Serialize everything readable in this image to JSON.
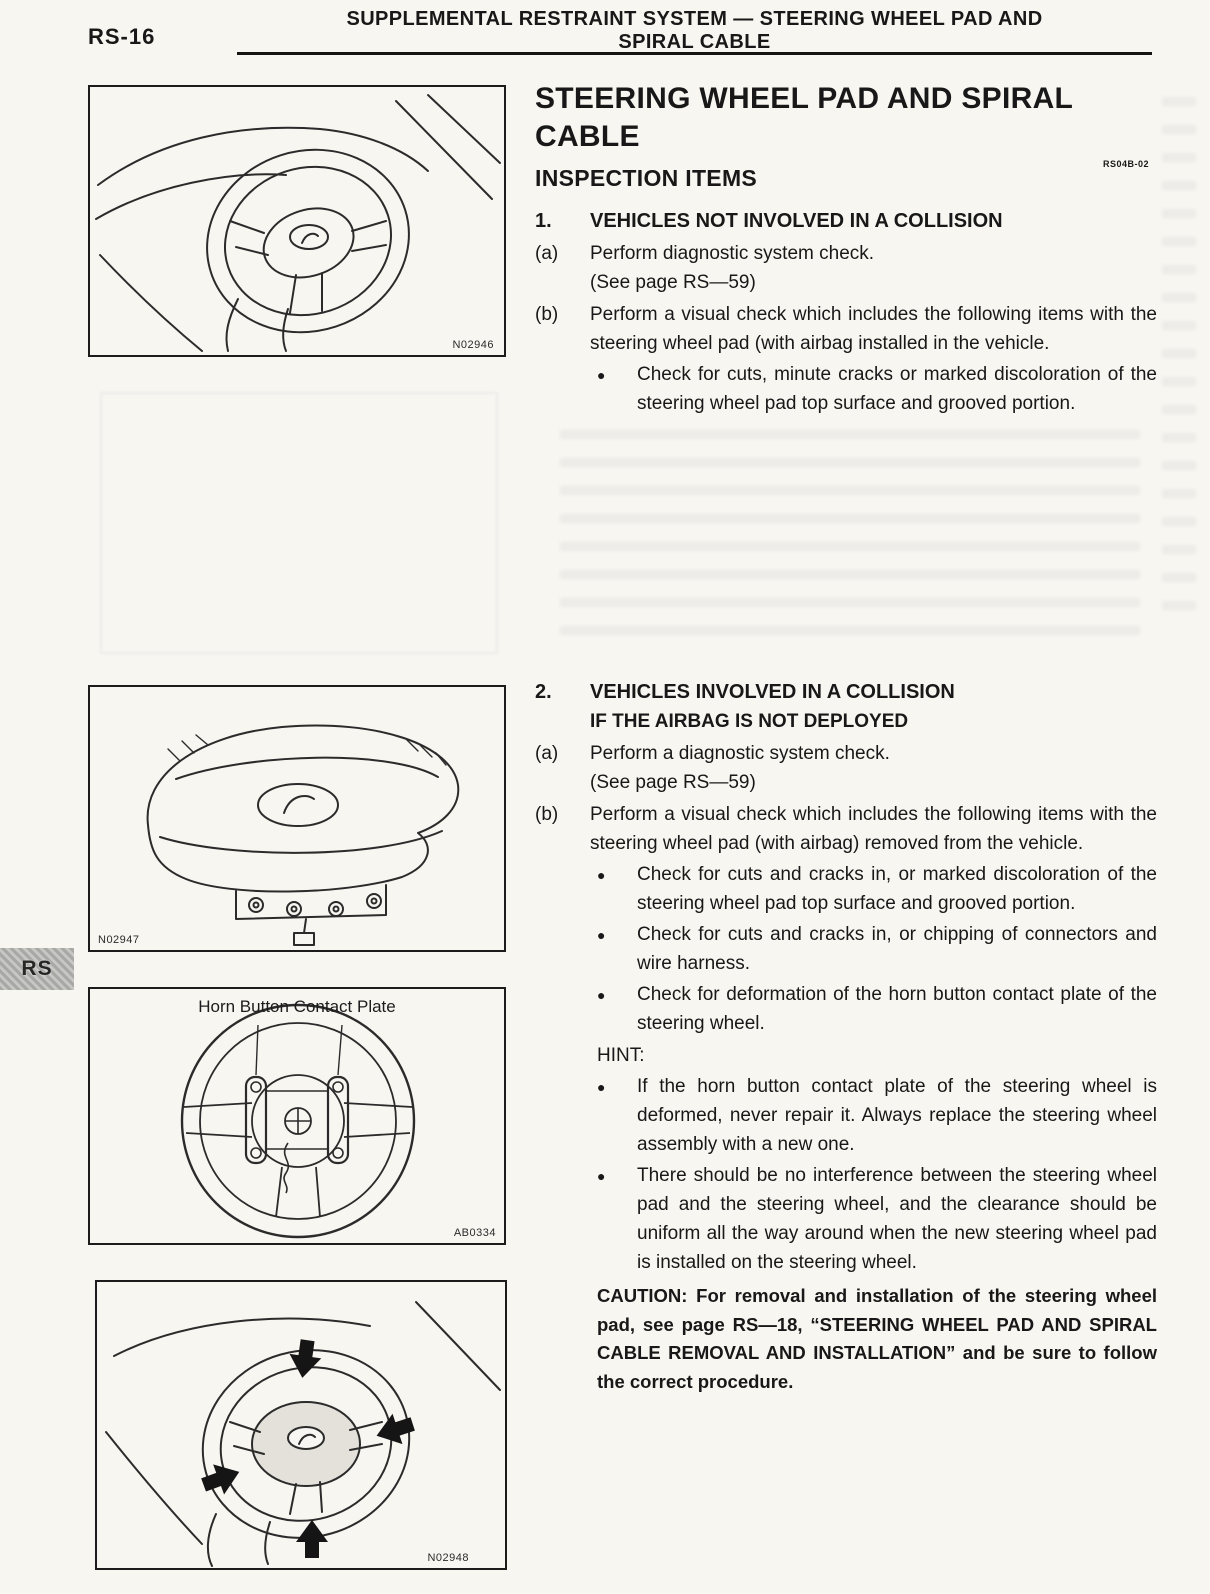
{
  "glyphs": {
    "bullet": "●"
  },
  "header": {
    "page_number": "RS-16",
    "title_line1": "SUPPLEMENTAL RESTRAINT SYSTEM — STEERING WHEEL PAD AND",
    "title_line2": "SPIRAL CABLE",
    "side_tab": "RS"
  },
  "content": {
    "title": "STEERING WHEEL PAD AND SPIRAL CABLE",
    "doc_code": "RS04B-02",
    "section_heading": "INSPECTION ITEMS"
  },
  "section1": {
    "number": "1.",
    "heading": "VEHICLES NOT INVOLVED IN A COLLISION",
    "item_a_marker": "(a)",
    "item_a_line1": "Perform diagnostic system check.",
    "item_a_line2": "(See page RS—59)",
    "item_b_marker": "(b)",
    "item_b_text": "Perform a visual check which includes the following items with the steering wheel pad (with airbag installed in the vehicle.",
    "bullet1": "Check for cuts, minute cracks or marked discoloration of the steering wheel pad top surface and grooved portion."
  },
  "section2": {
    "number": "2.",
    "heading": "VEHICLES INVOLVED IN A COLLISION",
    "subheading": "IF THE AIRBAG IS NOT DEPLOYED",
    "item_a_marker": "(a)",
    "item_a_line1": "Perform a diagnostic system check.",
    "item_a_line2": "(See page RS—59)",
    "item_b_marker": "(b)",
    "item_b_text": "Perform a visual check which includes the following items with the steering wheel pad (with airbag) removed from the vehicle.",
    "bullet1": "Check for cuts and cracks in, or marked discoloration of the steering wheel pad top surface and grooved portion.",
    "bullet2": "Check for cuts and cracks in, or chipping of connectors and wire harness.",
    "bullet3": "Check for deformation of the horn button contact plate of the steering wheel.",
    "hint_label": "HINT:",
    "hint_bullet1": "If the horn button contact plate of the steering wheel is deformed, never repair it. Always replace the steering wheel assembly with a new one.",
    "hint_bullet2": "There should be no interference between the steering wheel pad and the steering wheel, and the clearance should be uniform all the way around when the new steering wheel pad is installed on the steering wheel.",
    "caution": "CAUTION: For removal and installation of the steering wheel pad, see page RS—18, “STEERING WHEEL PAD AND SPIRAL CABLE REMOVAL AND INSTALLATION” and be sure to follow the correct procedure."
  },
  "figures": {
    "fig1_code": "N02946",
    "fig2_code": "N02947",
    "fig3_code": "AB0334",
    "fig3_label": "Horn Button Contact Plate",
    "fig4_code": "N02948"
  }
}
